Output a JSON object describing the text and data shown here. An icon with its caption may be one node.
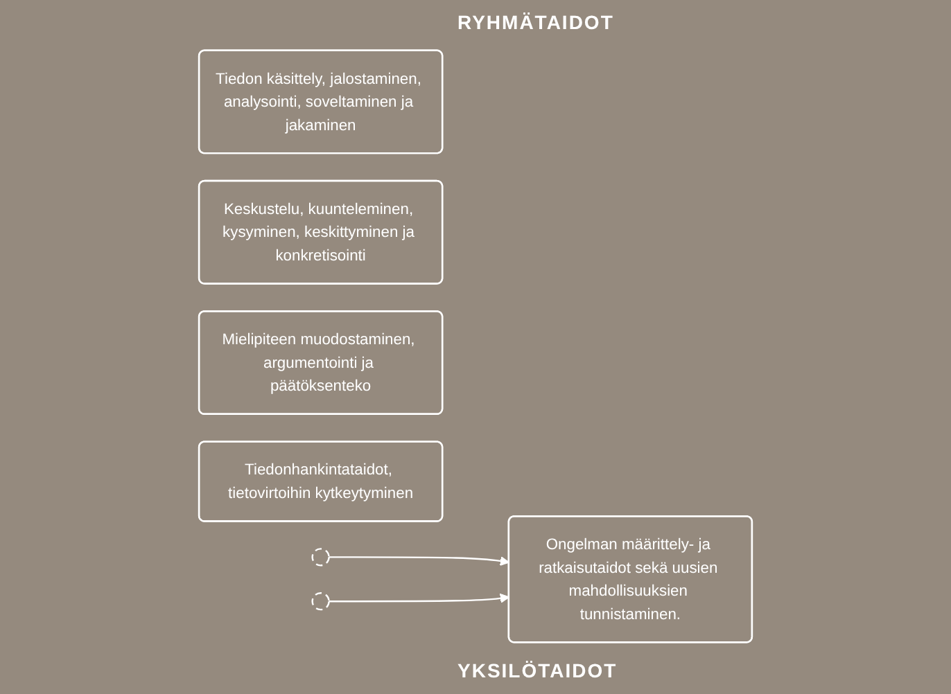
{
  "diagram": {
    "nodes": [
      {
        "text": [
          "Tiedon käsittely, jalostaminen, analysointi, soveltaminen ja jakaminen"
        ]
      },
      {
        "text": [
          "Keskustelu, kuunteleminen, kysyminen, keskittyminen ja konkretisointi"
        ]
      },
      {
        "text": [
          "Mielipiteen muodostaminen, argumentointi ja päätöksenteko"
        ]
      },
      {
        "text": [
          "Tiedonhankintataidot, tietovirtoihin kytkeytyminen"
        ]
      },
      {
        "text": [],
        "shape": "circle"
      },
      {
        "text": [
          "Ongelman määrittely- ja ratkaisutaidot sekä uusien mahdollisuuksien tunnistaminen."
        ]
      },
      {
        "text": [],
        "shape": "circle"
      }
    ],
    "edges": [
      {
        "from": 4,
        "to": 5,
        "arrow": "to"
      },
      {
        "from": 6,
        "to": 5,
        "arrow": "to"
      }
    ],
    "labels": [
      "RYHMÄTAIDOT",
      "YKSILÖTAIDOT"
    ]
  }
}
